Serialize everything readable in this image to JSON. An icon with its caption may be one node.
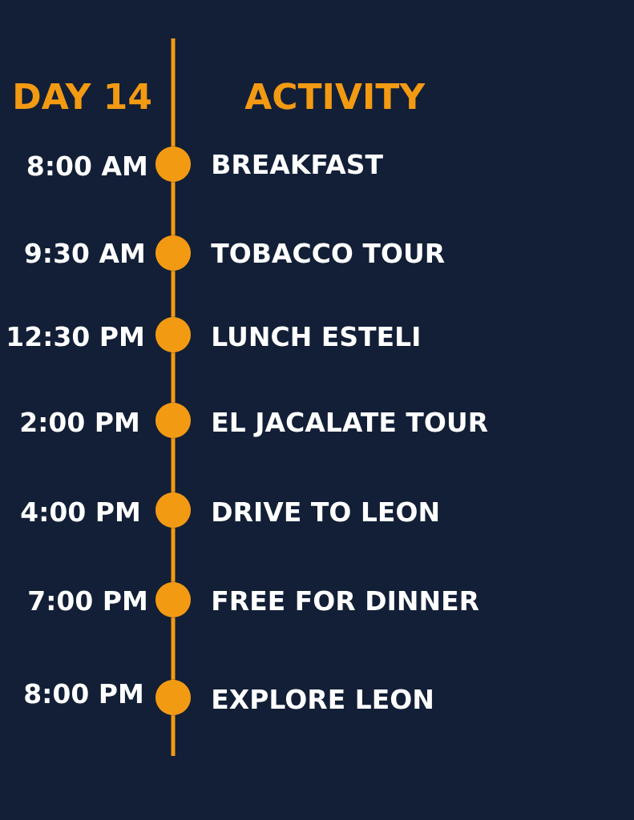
{
  "diagram": {
    "nodes": [
      {
        "text": [],
        "shape": "circle",
        "beside": [
          "8:00 AM",
          "BREAKFAST"
        ]
      },
      {
        "text": [],
        "shape": "circle",
        "beside": [
          "9:30 AM",
          "TOBACCO TOUR"
        ]
      },
      {
        "text": [],
        "shape": "circle",
        "beside": [
          "12:30 PM",
          "LUNCH ESTELI"
        ]
      },
      {
        "text": [],
        "shape": "circle",
        "beside": [
          "2:00 PM",
          "EL JACALATE TOUR"
        ]
      },
      {
        "text": [],
        "shape": "circle",
        "beside": [
          "4:00 PM",
          "DRIVE TO LEON"
        ]
      },
      {
        "text": [],
        "shape": "circle",
        "beside": [
          "7:00 PM",
          "FREE FOR DINNER"
        ]
      },
      {
        "text": [],
        "shape": "circle",
        "beside": [
          "8:00 PM",
          "EXPLORE LEON"
        ]
      }
    ],
    "edges": [
      {
        "from": null,
        "to": 0,
        "arrow": "none"
      },
      {
        "from": 0,
        "to": 1,
        "arrow": "none"
      },
      {
        "from": 1,
        "to": 2,
        "arrow": "none"
      },
      {
        "from": 2,
        "to": 3,
        "arrow": "none"
      },
      {
        "from": 3,
        "to": 4,
        "arrow": "none"
      },
      {
        "from": 4,
        "to": 5,
        "arrow": "none"
      },
      {
        "from": 5,
        "to": 6,
        "arrow": "none"
      },
      {
        "from": 6,
        "to": null,
        "arrow": "none"
      }
    ],
    "labels": [
      "DAY 14",
      "ACTIVITY"
    ]
  }
}
